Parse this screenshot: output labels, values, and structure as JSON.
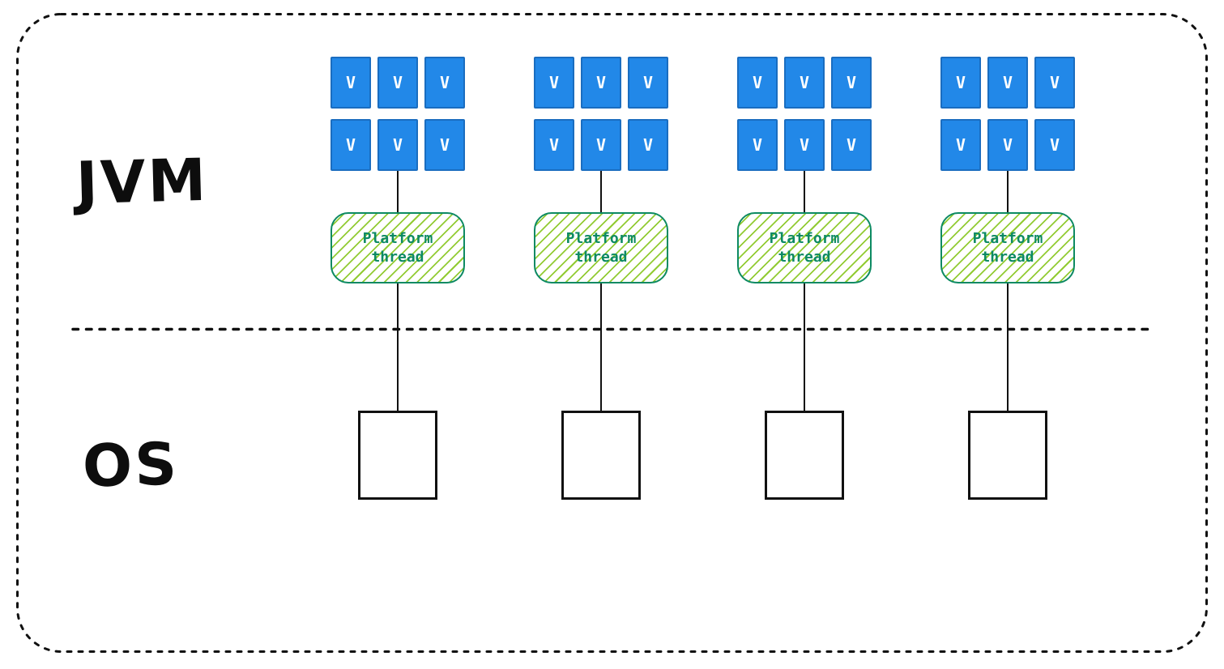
{
  "diagram": {
    "jvm_section_label": "JVM",
    "os_section_label": "OS",
    "groups": [
      {
        "virtual_threads": [
          "V",
          "V",
          "V",
          "V",
          "V",
          "V"
        ],
        "platform_thread_label": "Platform\nthread"
      },
      {
        "virtual_threads": [
          "V",
          "V",
          "V",
          "V",
          "V",
          "V"
        ],
        "platform_thread_label": "Platform\nthread"
      },
      {
        "virtual_threads": [
          "V",
          "V",
          "V",
          "V",
          "V",
          "V"
        ],
        "platform_thread_label": "Platform\nthread"
      },
      {
        "virtual_threads": [
          "V",
          "V",
          "V",
          "V",
          "V",
          "V"
        ],
        "platform_thread_label": "Platform\nthread"
      }
    ],
    "colors": {
      "virtual_fill": "#2288e8",
      "virtual_border": "#1a6dc0",
      "virtual_text": "#ffffff",
      "platform_green": "#0d8a63",
      "hatch_green": "#92cb33",
      "ink": "#111111"
    }
  }
}
